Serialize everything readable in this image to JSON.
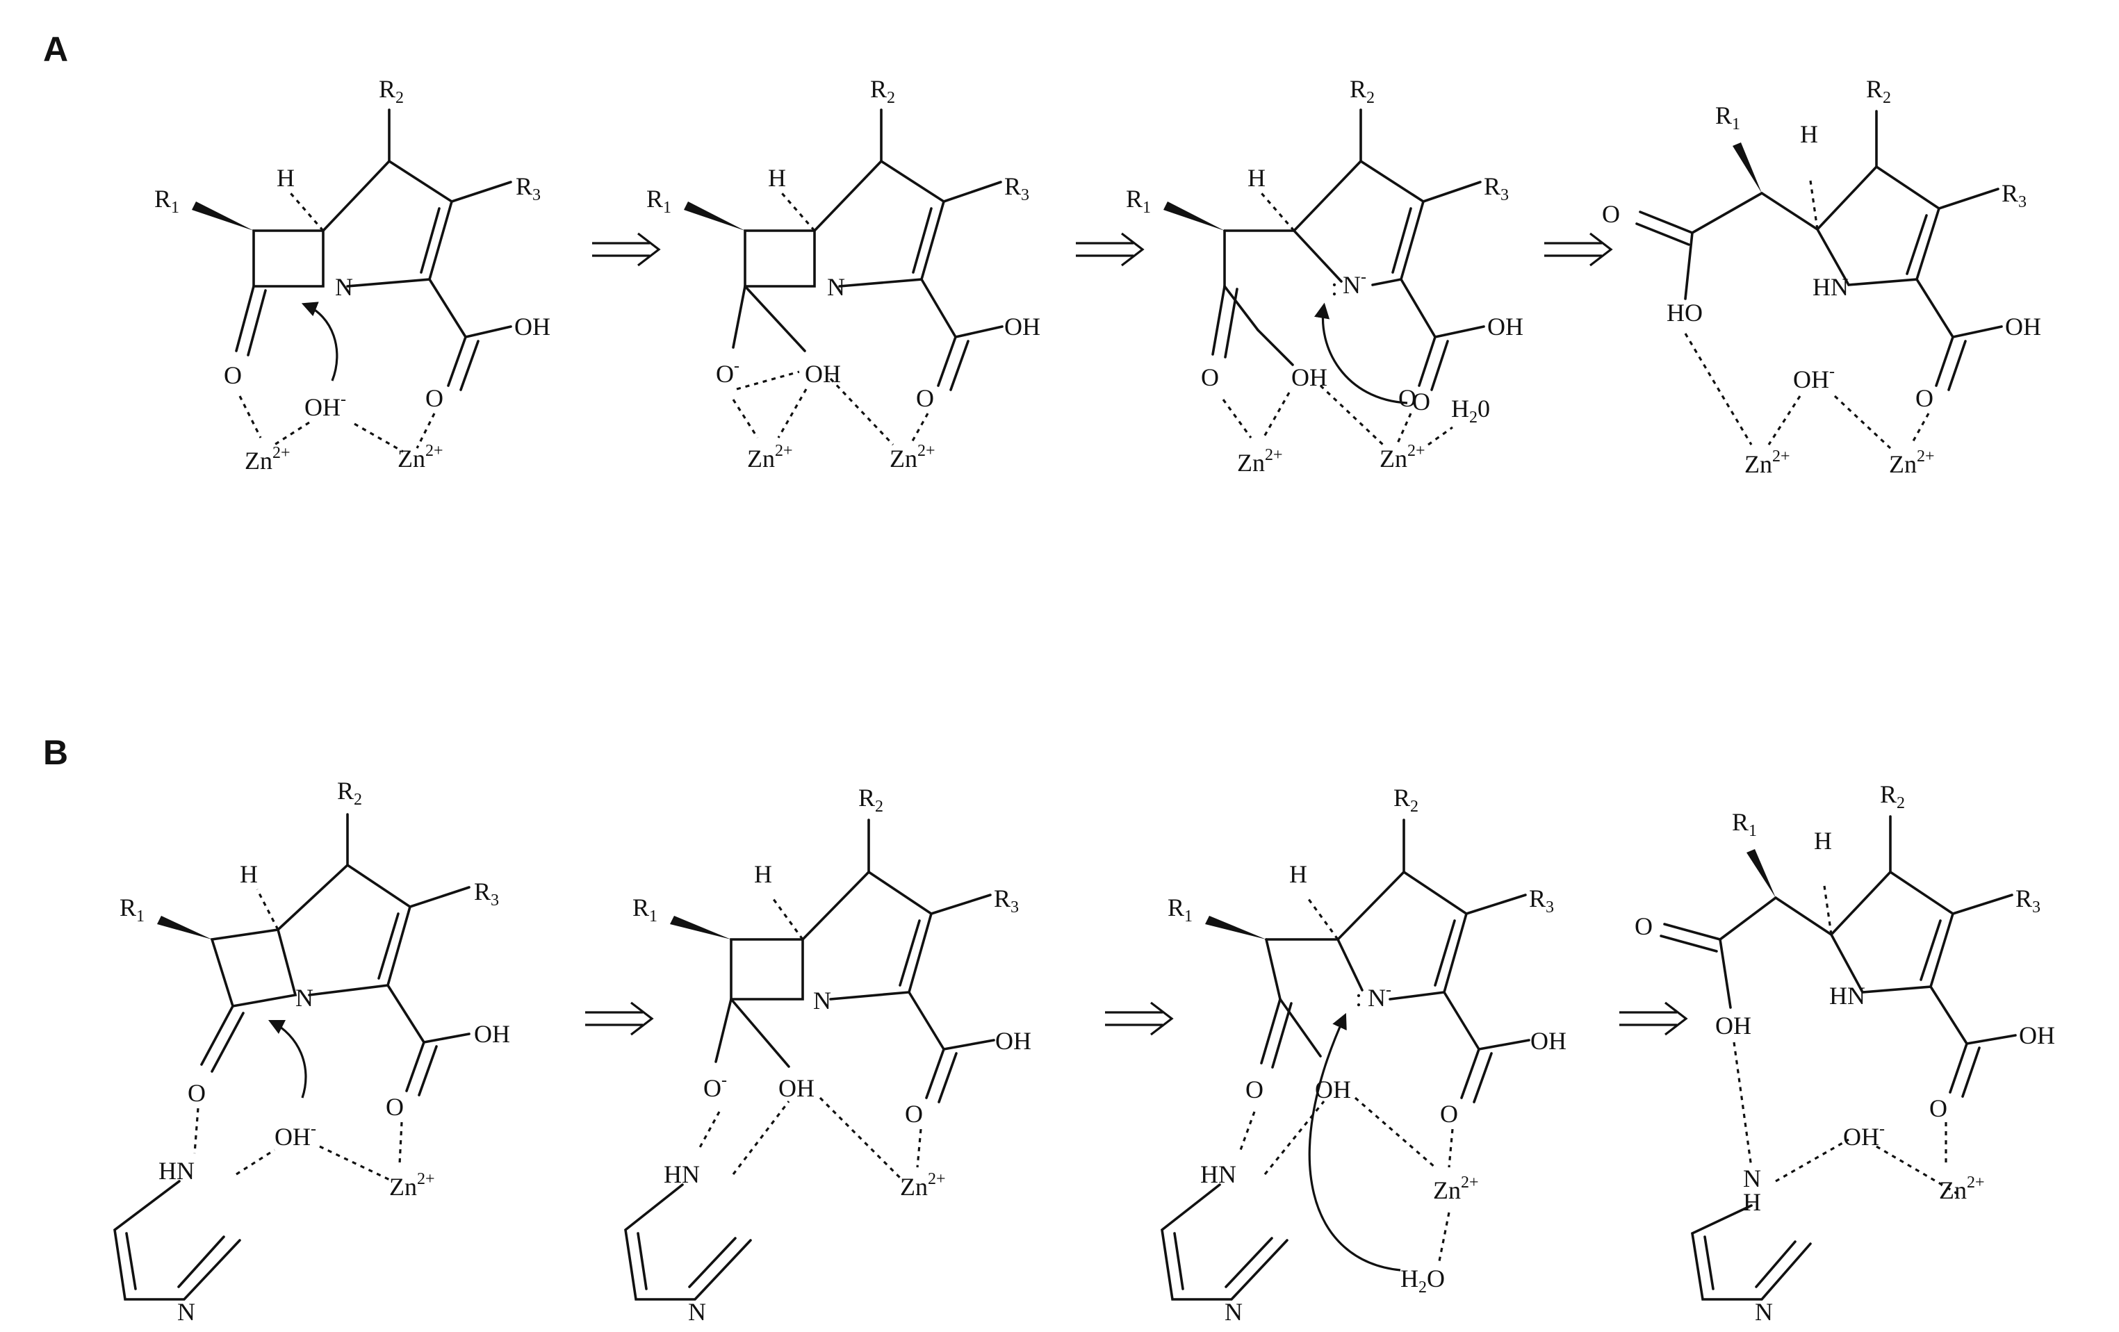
{
  "panels": [
    {
      "id": "A",
      "label": "A",
      "steps": [
        {
          "substituents": {
            "r1": "R",
            "r1_sub": "1",
            "r2": "R",
            "r2_sub": "2",
            "r3": "R",
            "r3_sub": "3"
          },
          "hydrogen": "H",
          "ring_nitrogen": "N",
          "carboxyl": "OH",
          "carboxyl_oxygen": "O",
          "lactam_oxygen": "O",
          "hydroxide": "OH",
          "hydroxide_charge": "-",
          "metals": [
            "Zn",
            "Zn"
          ],
          "metal_charge": "2+"
        },
        {
          "substituents": {
            "r1": "R",
            "r1_sub": "1",
            "r2": "R",
            "r2_sub": "2",
            "r3": "R",
            "r3_sub": "3"
          },
          "hydrogen": "H",
          "ring_nitrogen": "N",
          "carboxyl": "OH",
          "carboxyl_oxygen": "O",
          "alkoxide": "O",
          "alkoxide_charge": "-",
          "hydroxyl": "OH",
          "metals": [
            "Zn",
            "Zn"
          ],
          "metal_charge": "2+"
        },
        {
          "substituents": {
            "r1": "R",
            "r1_sub": "1",
            "r2": "R",
            "r2_sub": "2",
            "r3": "R",
            "r3_sub": "3"
          },
          "hydrogen": "H",
          "ring_nitrogen": "N",
          "nitrogen_charge": "-",
          "lone_pair": ":",
          "carboxyl": "OH",
          "carboxyl_oxygen": "O",
          "acid_oxygen": "O",
          "acid_hydroxyl": "OH",
          "water_oxygen": "O",
          "water": "H",
          "water_sub": "2",
          "water_tail": "0",
          "metals": [
            "Zn",
            "Zn"
          ],
          "metal_charge": "2+"
        },
        {
          "substituents": {
            "r1": "R",
            "r1_sub": "1",
            "r2": "R",
            "r2_sub": "2",
            "r3": "R",
            "r3_sub": "3"
          },
          "hydrogen": "H",
          "ring_nh": "HN",
          "carboxyl": "OH",
          "carboxyl_oxygen": "O",
          "acid_oxygen": "O",
          "acid_hydroxyl": "HO",
          "hydroxide": "OH",
          "hydroxide_charge": "-",
          "metals": [
            "Zn",
            "Zn"
          ],
          "metal_charge": "2+"
        }
      ]
    },
    {
      "id": "B",
      "label": "B",
      "steps": [
        {
          "substituents": {
            "r1": "R",
            "r1_sub": "1",
            "r2": "R",
            "r2_sub": "2",
            "r3": "R",
            "r3_sub": "3"
          },
          "hydrogen": "H",
          "ring_nitrogen": "N",
          "carboxyl": "OH",
          "carboxyl_oxygen": "O",
          "lactam_oxygen": "O",
          "hydroxide": "OH",
          "hydroxide_charge": "-",
          "imidazole_nh": "HN",
          "imidazole_n": "N",
          "metal": "Zn",
          "metal_charge": "2+"
        },
        {
          "substituents": {
            "r1": "R",
            "r1_sub": "1",
            "r2": "R",
            "r2_sub": "2",
            "r3": "R",
            "r3_sub": "3"
          },
          "hydrogen": "H",
          "ring_nitrogen": "N",
          "carboxyl": "OH",
          "carboxyl_oxygen": "O",
          "alkoxide": "O",
          "alkoxide_charge": "-",
          "hydroxyl": "OH",
          "imidazole_nh": "HN",
          "imidazole_n": "N",
          "metal": "Zn",
          "metal_charge": "2+"
        },
        {
          "substituents": {
            "r1": "R",
            "r1_sub": "1",
            "r2": "R",
            "r2_sub": "2",
            "r3": "R",
            "r3_sub": "3"
          },
          "hydrogen": "H",
          "ring_nitrogen": "N",
          "nitrogen_charge": "-",
          "lone_pair": ":",
          "carboxyl": "OH",
          "carboxyl_oxygen": "O",
          "acid_oxygen": "O",
          "acid_hydroxyl": "OH",
          "water": "H",
          "water_sub": "2",
          "water_tail": "O",
          "imidazole_nh": "HN",
          "imidazole_n": "N",
          "metal": "Zn",
          "metal_charge": "2+"
        },
        {
          "substituents": {
            "r1": "R",
            "r1_sub": "1",
            "r2": "R",
            "r2_sub": "2",
            "r3": "R",
            "r3_sub": "3"
          },
          "hydrogen": "H",
          "ring_nh": "HN",
          "carboxyl": "OH",
          "carboxyl_oxygen": "O",
          "acid_oxygen": "O",
          "acid_hydroxyl": "OH",
          "hydroxide": "OH",
          "hydroxide_charge": "-",
          "imidazole_n_top": "N",
          "imidazole_h": "H",
          "imidazole_n": "N",
          "metal": "Zn",
          "metal_charge": "2+"
        }
      ]
    }
  ]
}
